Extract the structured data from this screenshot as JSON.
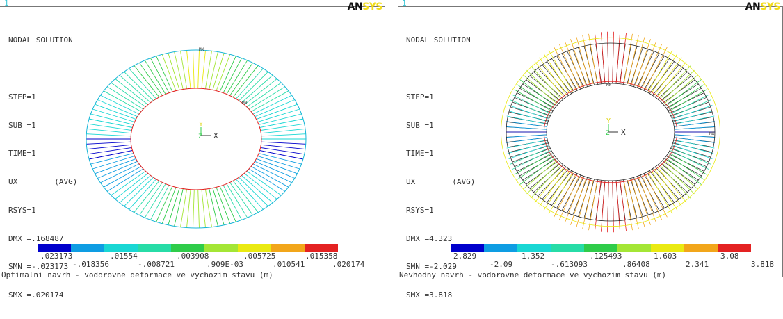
{
  "panels": [
    {
      "window_number": "1",
      "logo": {
        "part1": "AN",
        "part2": "SYS"
      },
      "info_lines": [
        "NODAL SOLUTION",
        "",
        "STEP=1",
        "SUB =1",
        "TIME=1",
        "UX        (AVG)",
        "RSYS=1",
        "DMX =.168487",
        "SMN =-.023173",
        "SMX =.020174"
      ],
      "triad": {
        "y": "Y",
        "x": "X",
        "z": "Z"
      },
      "markers": {
        "mx": "MX",
        "mn": "MN"
      },
      "colorbar": {
        "colors": [
          "#0000cc",
          "#0e9de3",
          "#19d7d4",
          "#27dca7",
          "#2fcc4a",
          "#a4e635",
          "#eaea12",
          "#f2a61a",
          "#e42222"
        ],
        "labels_top": [
          ".023173",
          ".01554",
          ".003908",
          ".005725",
          ".015358"
        ],
        "labels_bottom": [
          "-.018356",
          "-.008721",
          ".909E-03",
          ".010541",
          ".020174"
        ]
      },
      "caption": "Optimalni navrh - vodorovne deformace ve vychozim stavu (m)"
    },
    {
      "window_number": "1",
      "logo": {
        "part1": "AN",
        "part2": "SYS"
      },
      "info_lines": [
        "NODAL SOLUTION",
        "",
        "STEP=1",
        "SUB =1",
        "TIME=1",
        "UX        (AVG)",
        "RSYS=1",
        "DMX =4.323",
        "SMN =-2.029",
        "SMX =3.818"
      ],
      "triad": {
        "y": "Y",
        "x": "X",
        "z": "Z"
      },
      "markers": {
        "mx": "MX",
        "mn": "MN"
      },
      "colorbar": {
        "colors": [
          "#0000cc",
          "#0e9de3",
          "#19d7d4",
          "#27dca7",
          "#2fcc4a",
          "#a4e635",
          "#eaea12",
          "#f2a61a",
          "#e42222"
        ],
        "labels_top": [
          "2.829",
          "1.352",
          ".125493",
          "1.603",
          "3.08"
        ],
        "labels_bottom": [
          "-2.09",
          "-.613093",
          ".86408",
          "2.341",
          "3.818"
        ]
      },
      "caption": "Nevhodny navrh - vodorovne deformace ve vychozim stavu (m)"
    }
  ]
}
